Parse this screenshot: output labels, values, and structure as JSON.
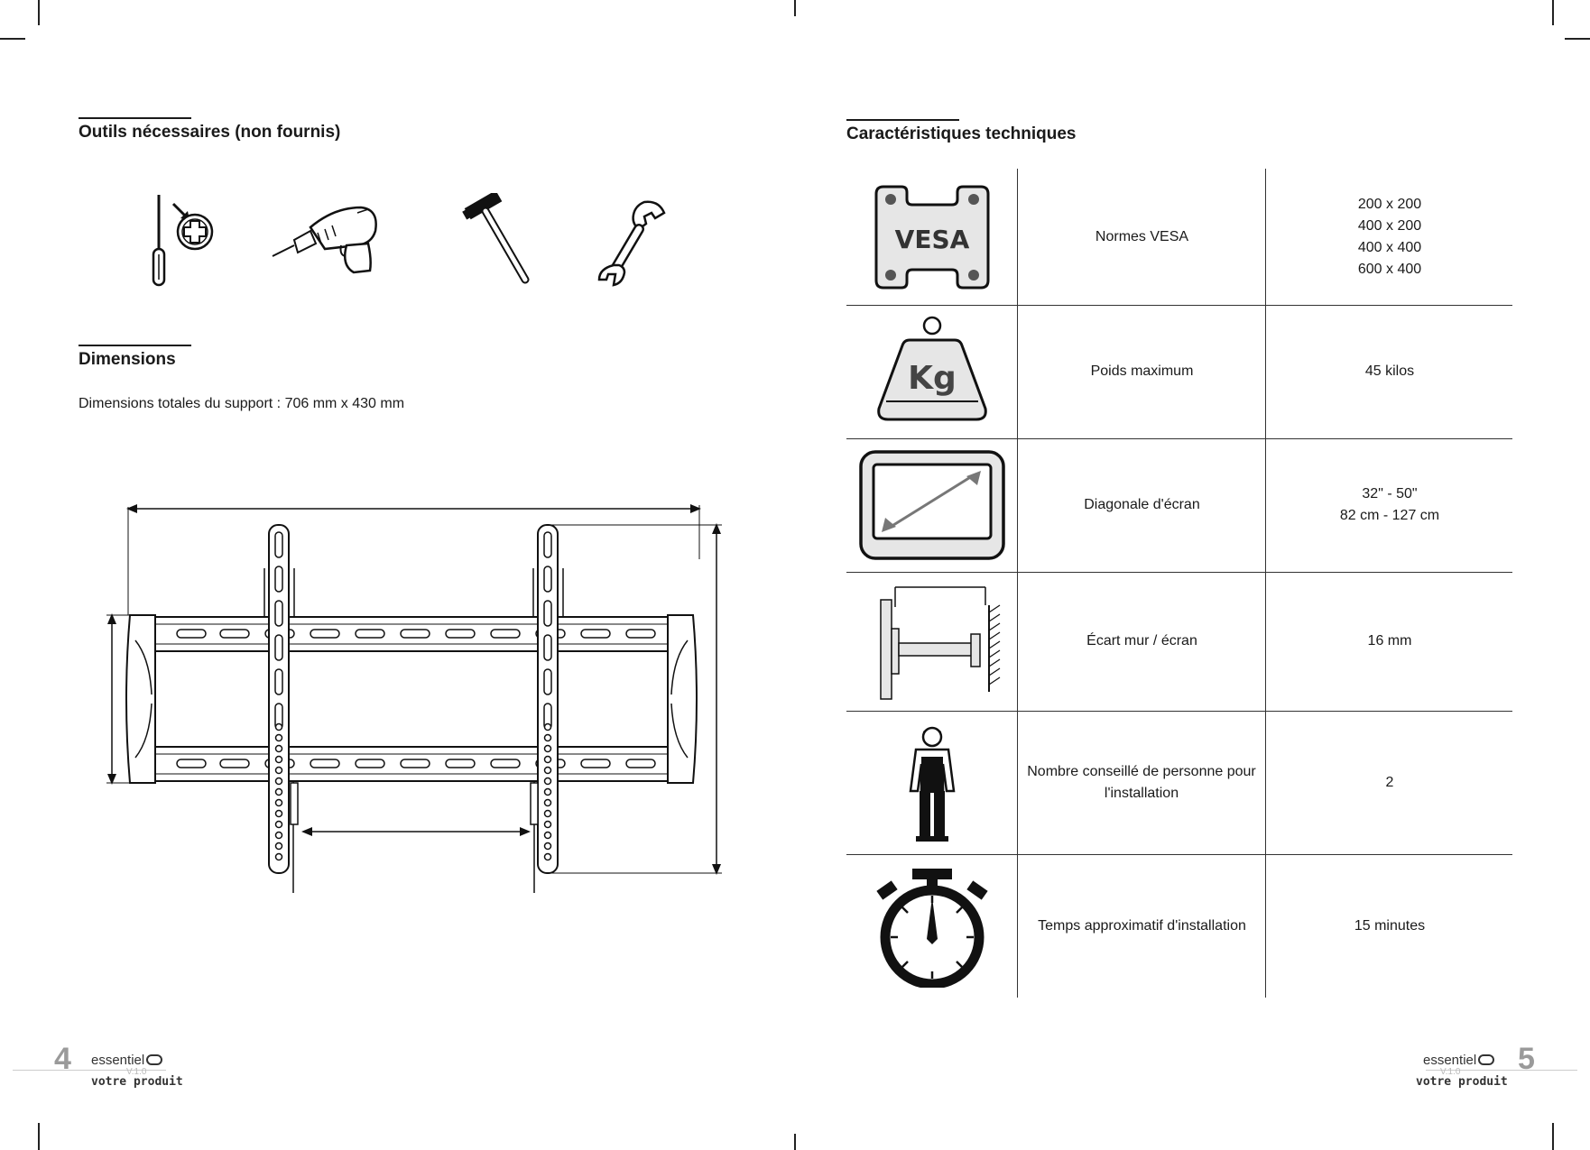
{
  "left_page": {
    "tools": {
      "title": "Outils nécessaires (non fournis)"
    },
    "dimensions": {
      "title": "Dimensions",
      "text": "Dimensions totales du support : 706 mm x 430 mm"
    },
    "footer": {
      "page_number": "4",
      "brand": "essentiel",
      "brand_sub": "votre produit",
      "version": "V.1.0"
    }
  },
  "right_page": {
    "specs": {
      "title": "Caractéristiques techniques",
      "rows": [
        {
          "icon": "vesa-plate-icon",
          "icon_text": "VESA",
          "label": "Normes VESA",
          "values": [
            "200 x 200",
            "400 x 200",
            "400 x 400",
            "600 x 400"
          ]
        },
        {
          "icon": "weight-kg-icon",
          "icon_text": "Kg",
          "label": "Poids maximum",
          "values": [
            "45 kilos"
          ]
        },
        {
          "icon": "screen-diagonal-icon",
          "label": "Diagonale d'écran",
          "values": [
            "32\" - 50\"",
            "82 cm - 127 cm"
          ]
        },
        {
          "icon": "wall-gap-icon",
          "label": "Écart mur / écran",
          "values": [
            "16 mm"
          ]
        },
        {
          "icon": "installer-person-icon",
          "label": "Nombre conseillé de personne pour l'installation",
          "values": [
            "2"
          ]
        },
        {
          "icon": "stopwatch-icon",
          "label": "Temps approximatif d'installation",
          "values": [
            "15 minutes"
          ]
        }
      ]
    },
    "footer": {
      "page_number": "5",
      "brand": "essentiel",
      "brand_sub": "votre produit",
      "version": "V.1.0"
    }
  }
}
